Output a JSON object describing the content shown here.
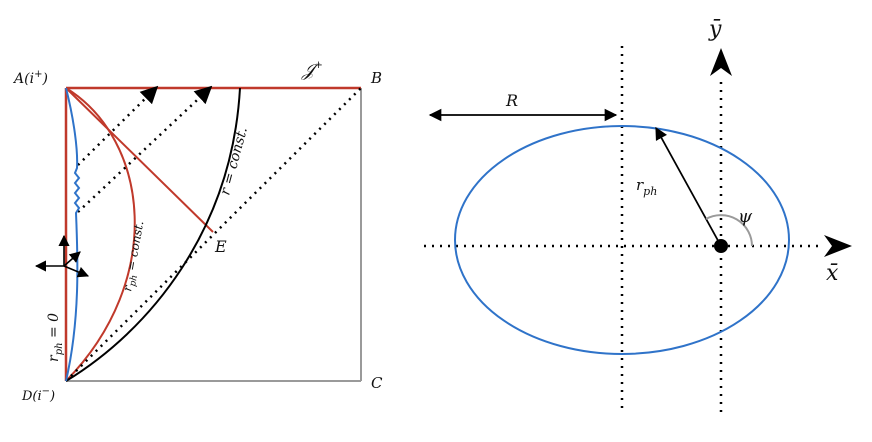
{
  "left_diagram": {
    "corners": {
      "A": "A(i",
      "A_sup": "+",
      "A_close": ")",
      "B": "B",
      "C": "C",
      "D": "D(i",
      "D_sup": "−",
      "D_close": ")",
      "E": "E"
    },
    "scri_label": "𝒥",
    "scri_sup": "+",
    "r_const_label": "r = const.",
    "rph_const_label": "r",
    "rph_const_sub": "ph",
    "rph_const_rest": " = const.",
    "rph_zero_label": "r",
    "rph_zero_sub": "ph",
    "rph_zero_rest": " = 0"
  },
  "right_diagram": {
    "R_label": "R",
    "rph_label": "r",
    "rph_sub": "ph",
    "psi_label": "ψ",
    "xbar_label": "x̄",
    "ybar_label": "ȳ"
  },
  "colors": {
    "red": "#c0392b",
    "blue": "#2f73c9",
    "black": "#000000",
    "gray": "#9a9a9a"
  }
}
